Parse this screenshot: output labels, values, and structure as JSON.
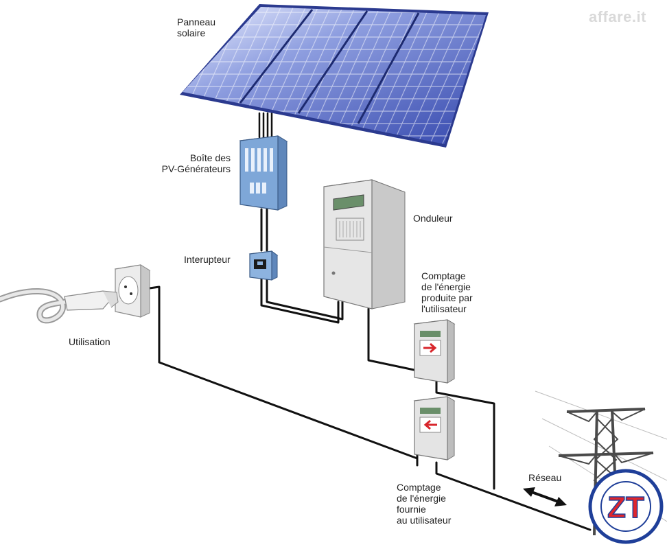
{
  "labels": {
    "solar_panel": "Panneau\nsolaire",
    "pv_box": "Boîte des\nPV-Générateurs",
    "inverter": "Onduleur",
    "switch": "Interupteur",
    "meter_produced": "Comptage\nde l'énergie\nproduite par\nl'utilisateur",
    "usage": "Utilisation",
    "meter_supplied": "Comptage\nde l'énergie\nfournie\nau utilisateur",
    "grid": "Réseau"
  },
  "watermark": "affare.it",
  "logo": "ZT",
  "colors": {
    "panel_blue": "#3f55b8",
    "cable": "#111111",
    "box_blue": "#7ea7d8",
    "device_gray": "#e6e6e6",
    "arrow_red": "#d8262c",
    "logo_red": "#e0262c",
    "logo_blue": "#1f3f99"
  },
  "icons": [
    "solar-panel-icon",
    "junction-box-icon",
    "switch-icon",
    "inverter-icon",
    "energy-meter-icon",
    "power-socket-icon",
    "plug-icon",
    "pylon-icon",
    "bidirectional-arrow-icon"
  ]
}
